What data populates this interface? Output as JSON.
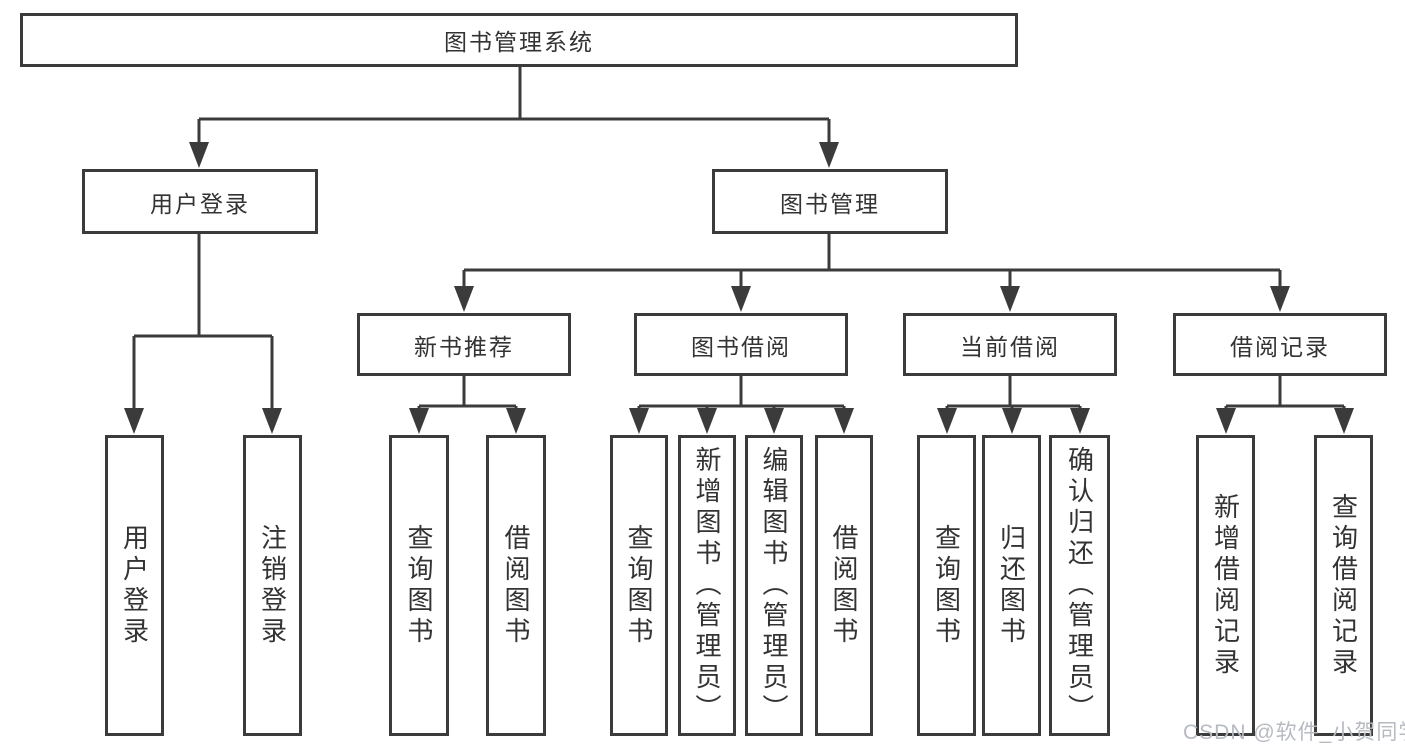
{
  "diagram": {
    "root": {
      "label": "图书管理系统"
    },
    "branches": [
      {
        "label": "用户登录",
        "children": [
          {
            "label": "用户登录"
          },
          {
            "label": "注销登录"
          }
        ]
      },
      {
        "label": "图书管理",
        "children": [
          {
            "label": "新书推荐",
            "children": [
              {
                "label": "查询图书"
              },
              {
                "label": "借阅图书"
              }
            ]
          },
          {
            "label": "图书借阅",
            "children": [
              {
                "label": "查询图书"
              },
              {
                "label": "新增图书（管理员）"
              },
              {
                "label": "编辑图书（管理员）"
              },
              {
                "label": "借阅图书"
              }
            ]
          },
          {
            "label": "当前借阅",
            "children": [
              {
                "label": "查询图书"
              },
              {
                "label": "归还图书"
              },
              {
                "label": "确认归还（管理员）"
              }
            ]
          },
          {
            "label": "借阅记录",
            "children": [
              {
                "label": "新增借阅记录"
              },
              {
                "label": "查询借阅记录"
              }
            ]
          }
        ]
      }
    ],
    "line_color": "#3b3b3b",
    "watermark": "CSDN @软件_小贺同学"
  }
}
